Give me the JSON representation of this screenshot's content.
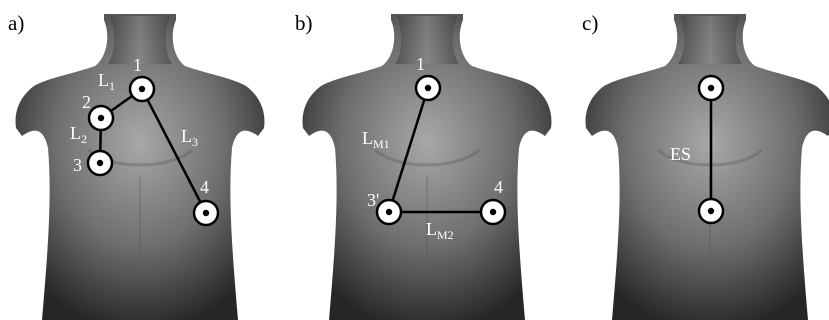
{
  "panels": [
    {
      "letter": "a)",
      "electrode_labels": [
        "1",
        "2",
        "3",
        "4"
      ],
      "leads": [
        {
          "main": "L",
          "sub": "1"
        },
        {
          "main": "L",
          "sub": "2"
        },
        {
          "main": "L",
          "sub": "3"
        }
      ]
    },
    {
      "letter": "b)",
      "electrode_labels": [
        "1",
        "3'",
        "4"
      ],
      "leads": [
        {
          "main": "L",
          "sub": "M1"
        },
        {
          "main": "L",
          "sub": "M2"
        }
      ]
    },
    {
      "letter": "c)",
      "electrode_labels": [],
      "leads": [
        {
          "main": "ES",
          "sub": ""
        }
      ]
    }
  ],
  "colors": {
    "background": "#ffffff",
    "torso_light": "#a8a8a8",
    "torso_dark": "#262626",
    "electrode_fill": "#ffffff",
    "electrode_ring": "#000000",
    "lead_line": "#000000",
    "label_text": "#ffffff"
  }
}
